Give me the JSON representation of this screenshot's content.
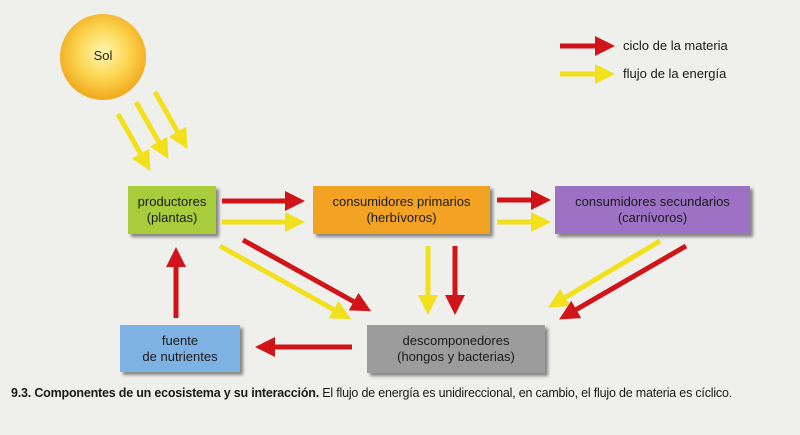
{
  "sun": {
    "label": "Sol"
  },
  "legend": [
    {
      "label": "ciclo de la materia",
      "color": "#d0141a"
    },
    {
      "label": "flujo de la energía",
      "color": "#f3e01c"
    }
  ],
  "nodes": {
    "productores": {
      "line1": "productores",
      "line2": "(plantas)",
      "color": "#a8cc3c"
    },
    "primarios": {
      "line1": "consumidores primarios",
      "line2": "(herbívoros)",
      "color": "#f3a324"
    },
    "secundarios": {
      "line1": "consumidores secundarios",
      "line2": "(carnívoros)",
      "color": "#9d72c4"
    },
    "fuente": {
      "line1": "fuente",
      "line2": "de nutrientes",
      "color": "#7eb2e2"
    },
    "descomponedores": {
      "line1": "descomponedores",
      "line2": "(hongos y bacterias)",
      "color": "#9c9c9c"
    }
  },
  "caption": {
    "number": "9.3.",
    "title": "Componentes de un ecosistema y su interacción.",
    "text": "El flujo de energía es unidireccional, en cambio, el flujo de materia es cíclico."
  }
}
